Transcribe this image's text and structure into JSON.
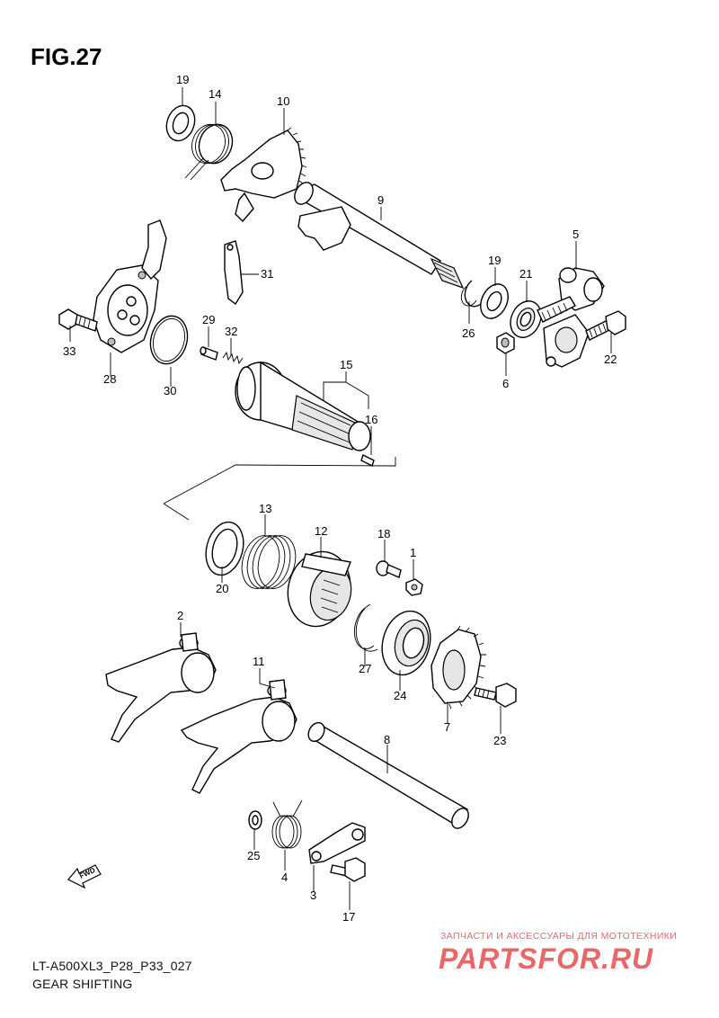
{
  "figure": {
    "title": "FIG.27",
    "model_code": "LT-A500XL3_P28_P33_027",
    "caption": "GEAR SHIFTING",
    "fwd_label": "FWD"
  },
  "watermark": {
    "tagline": "ЗАПЧАСТИ И АКСЕССУАРЫ ДЛЯ МОТОТЕХНИКИ",
    "site": "PARTSFOR.RU"
  },
  "callouts": [
    {
      "id": "c19a",
      "label": "19"
    },
    {
      "id": "c14",
      "label": "14"
    },
    {
      "id": "c10",
      "label": "10"
    },
    {
      "id": "c9",
      "label": "9"
    },
    {
      "id": "c5",
      "label": "5"
    },
    {
      "id": "c19b",
      "label": "19"
    },
    {
      "id": "c21",
      "label": "21"
    },
    {
      "id": "c26",
      "label": "26"
    },
    {
      "id": "c6",
      "label": "6"
    },
    {
      "id": "c22",
      "label": "22"
    },
    {
      "id": "c31",
      "label": "31"
    },
    {
      "id": "c33",
      "label": "33"
    },
    {
      "id": "c28",
      "label": "28"
    },
    {
      "id": "c29",
      "label": "29"
    },
    {
      "id": "c32",
      "label": "32"
    },
    {
      "id": "c30",
      "label": "30"
    },
    {
      "id": "c15",
      "label": "15"
    },
    {
      "id": "c16",
      "label": "16"
    },
    {
      "id": "c13",
      "label": "13"
    },
    {
      "id": "c12",
      "label": "12"
    },
    {
      "id": "c18",
      "label": "18"
    },
    {
      "id": "c1",
      "label": "1"
    },
    {
      "id": "c20",
      "label": "20"
    },
    {
      "id": "c2",
      "label": "2"
    },
    {
      "id": "c11",
      "label": "11"
    },
    {
      "id": "c27",
      "label": "27"
    },
    {
      "id": "c24",
      "label": "24"
    },
    {
      "id": "c7",
      "label": "7"
    },
    {
      "id": "c23",
      "label": "23"
    },
    {
      "id": "c8",
      "label": "8"
    },
    {
      "id": "c25",
      "label": "25"
    },
    {
      "id": "c4",
      "label": "4"
    },
    {
      "id": "c3",
      "label": "3"
    },
    {
      "id": "c17",
      "label": "17"
    }
  ]
}
